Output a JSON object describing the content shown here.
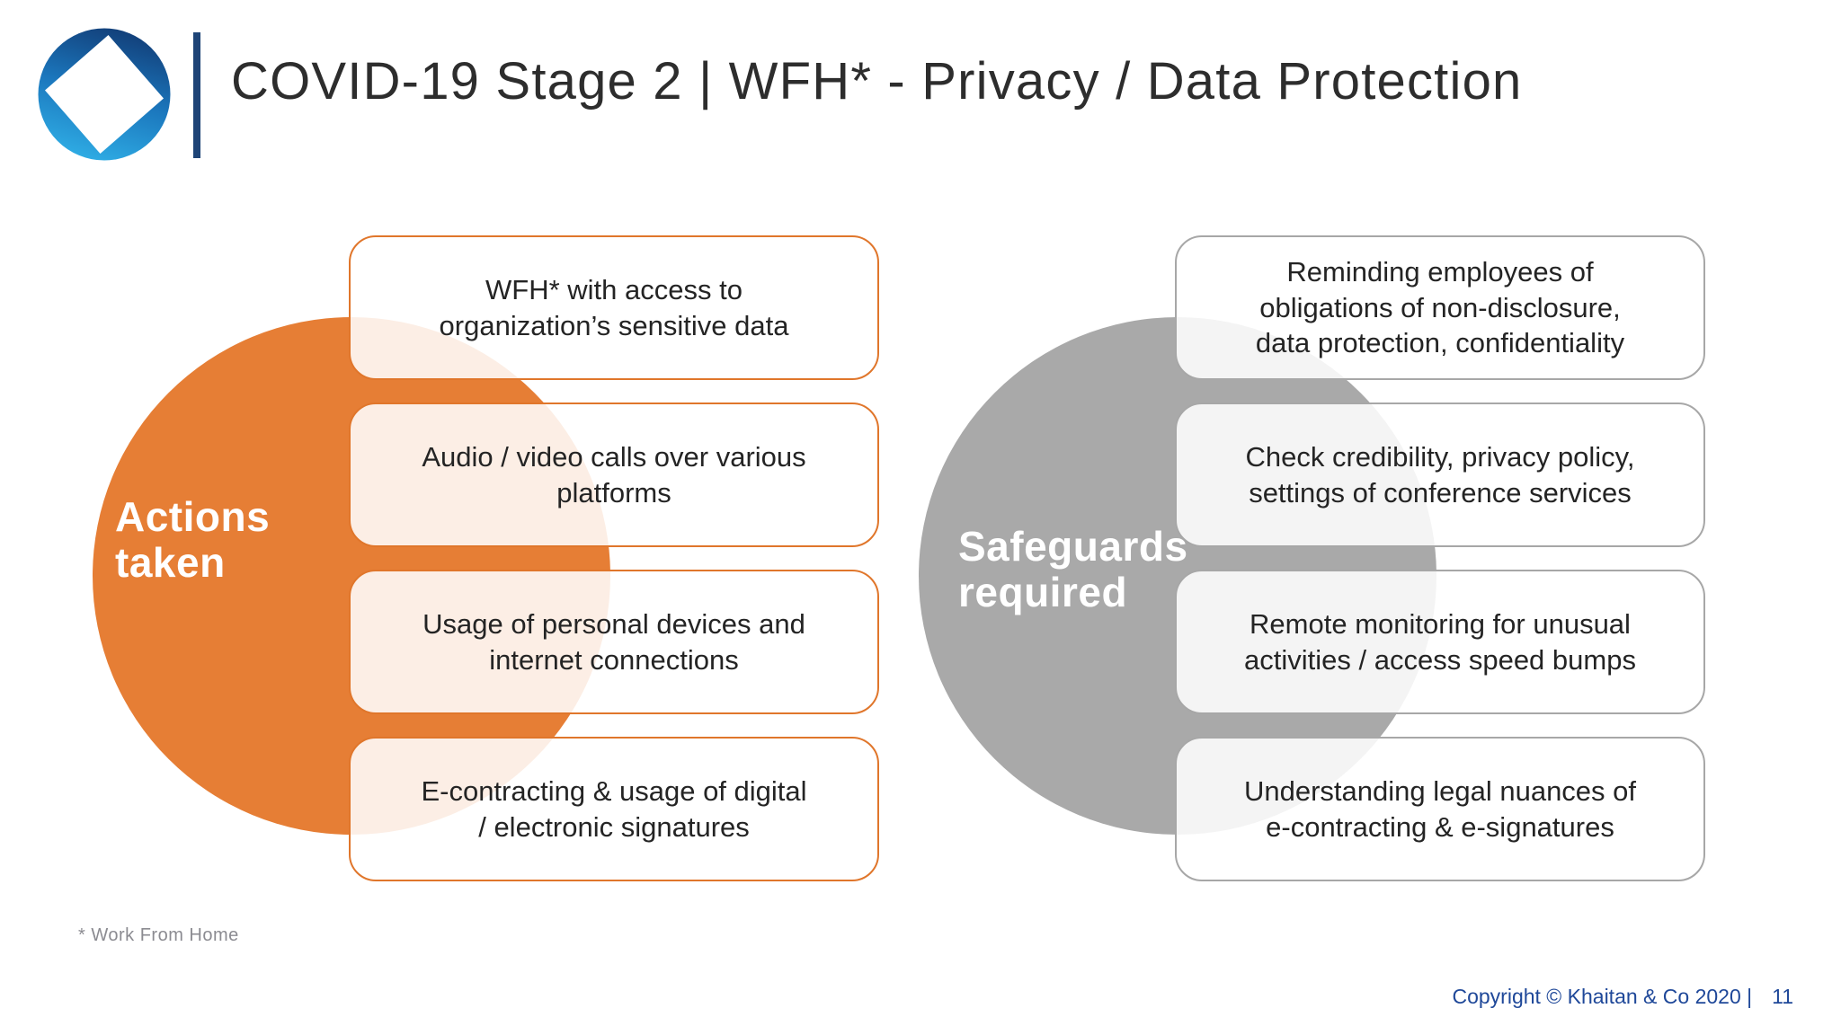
{
  "slide": {
    "title": "COVID-19 Stage 2 | WFH* - Privacy / Data Protection",
    "footnote": "* Work From Home",
    "footer": {
      "copyright": "Copyright © Khaitan & Co 2020 |",
      "page_number": "11"
    }
  },
  "logo": {
    "name": "khaitan-co-logo",
    "bar_color": "#1e4477",
    "gradient": [
      "#123e78",
      "#1b77bd",
      "#2fade5"
    ]
  },
  "colors": {
    "actions_circle": "#E67E35",
    "actions_box_border": "#E0762B",
    "safeguards_circle": "#A9A9A9",
    "safeguards_box_border": "#A7A7A7",
    "box_fill": "rgba(255,255,255,0.87)",
    "title_text": "#2d2d2d",
    "footer_blue": "#1f4899",
    "footnote_gray": "#8b8b91"
  },
  "groups": [
    {
      "id": "actions-taken",
      "label": "Actions\ntaken",
      "items": [
        "WFH* with access to\norganization’s sensitive data",
        "Audio / video calls over various\nplatforms",
        "Usage of personal devices and\ninternet connections",
        "E-contracting & usage of digital\n/ electronic signatures"
      ]
    },
    {
      "id": "safeguards-required",
      "label": "Safeguards\nrequired",
      "items": [
        "Reminding employees of\nobligations of non-disclosure,\ndata protection, confidentiality",
        "Check credibility, privacy policy,\nsettings of conference services",
        "Remote monitoring for unusual\nactivities / access speed bumps",
        "Understanding legal nuances of\ne-contracting & e-signatures"
      ]
    }
  ]
}
